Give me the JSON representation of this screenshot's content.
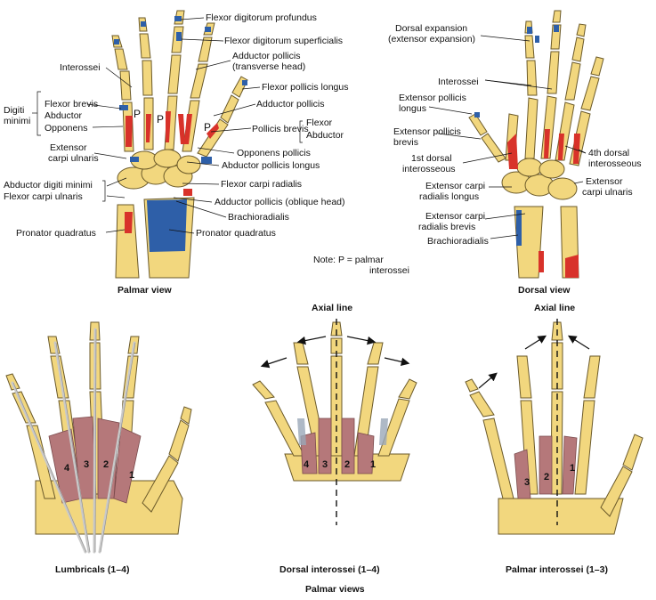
{
  "colors": {
    "bone": "#f2d77e",
    "bone_edge": "#6b5a2a",
    "origin": "#d8322a",
    "insertion": "#2e5fa8",
    "muscle": "#b5787a",
    "tendon": "#c9c9c9",
    "cartilage": "#9aa8b8"
  },
  "palmar_view": {
    "caption": "Palmar view",
    "labels": {
      "fdp": "Flexor digitorum profundus",
      "fds": "Flexor digitorum superficialis",
      "add_poll_1": "Adductor pollicis",
      "add_poll_2": "(transverse head)",
      "interossei": "Interossei",
      "fpl": "Flexor pollicis longus",
      "add_poll": "Adductor pollicis",
      "digiti": "Digiti",
      "minimi": "minimi",
      "flexor_brevis": "Flexor brevis",
      "abductor": "Abductor",
      "opponens": "Opponens",
      "pollicis_brevis": "Pollicis brevis",
      "flexor": "Flexor",
      "abductor2": "Abductor",
      "ecu_1": "Extensor",
      "ecu_2": "carpi ulnaris",
      "opp_poll": "Opponens pollicis",
      "apl": "Abductor pollicis longus",
      "adm": "Abductor digiti minimi",
      "fcu": "Flexor carpi ulnaris",
      "fcr": "Flexor carpi radialis",
      "add_oblique": "Adductor pollicis (oblique head)",
      "brachio": "Brachioradialis",
      "pq_left": "Pronator quadratus",
      "pq_right": "Pronator quadratus",
      "p1": "P",
      "p2": "P",
      "p3": "P"
    }
  },
  "dorsal_view": {
    "caption": "Dorsal view",
    "labels": {
      "dorsal_exp_1": "Dorsal expansion",
      "dorsal_exp_2": "(extensor expansion)",
      "interossei": "Interossei",
      "epl_1": "Extensor pollicis",
      "epl_2": "longus",
      "epb_1": "Extensor pollicis",
      "epb_2": "brevis",
      "first_dorsal_1": "1st dorsal",
      "first_dorsal_2": "interosseous",
      "fourth_dorsal_1": "4th dorsal",
      "fourth_dorsal_2": "interosseous",
      "ecrl_1": "Extensor carpi",
      "ecrl_2": "radialis longus",
      "ecu_1": "Extensor",
      "ecu_2": "carpi ulnaris",
      "ecrb_1": "Extensor carpi",
      "ecrb_2": "radialis brevis",
      "brachio": "Brachioradialis"
    }
  },
  "note": {
    "line1": "Note: P = palmar",
    "line2": "interossei"
  },
  "bottom": {
    "lumbricals_caption": "Lumbricals (1–4)",
    "dorsal_caption": "Dorsal interossei (1–4)",
    "palmar_caption": "Palmar interossei (1–3)",
    "footer": "Palmar views",
    "axial_1": "Axial line",
    "axial_2": "Axial line",
    "lumbrical_numbers": [
      "4",
      "3",
      "2",
      "1"
    ],
    "dorsal_numbers": [
      "4",
      "3",
      "2",
      "1"
    ],
    "palmar_numbers": [
      "3",
      "2",
      "1"
    ]
  }
}
